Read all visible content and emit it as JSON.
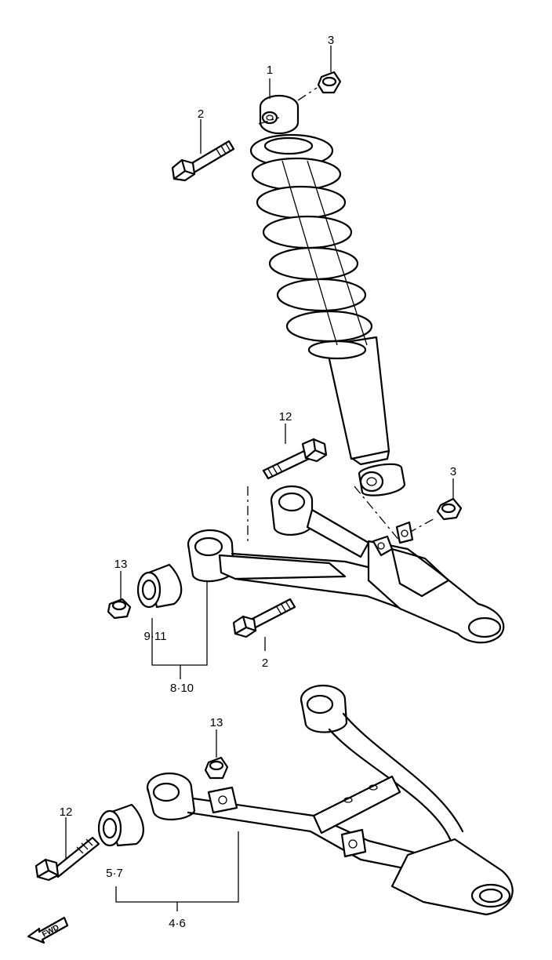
{
  "callouts": {
    "shock_top": "1",
    "bolt_upper": "2",
    "nut_upper": "3",
    "nut_right": "3",
    "bolt_middle": "12",
    "nut_left_upper": "13",
    "bushing_upper": "9·11",
    "bushing_group_upper": "8·10",
    "bolt_lower_arm": "2",
    "nut_lower": "13",
    "bolt_lower_left": "12",
    "bushing_lower": "5·7",
    "bushing_group_lower": "4·6"
  },
  "fwd_badge": "FWD"
}
